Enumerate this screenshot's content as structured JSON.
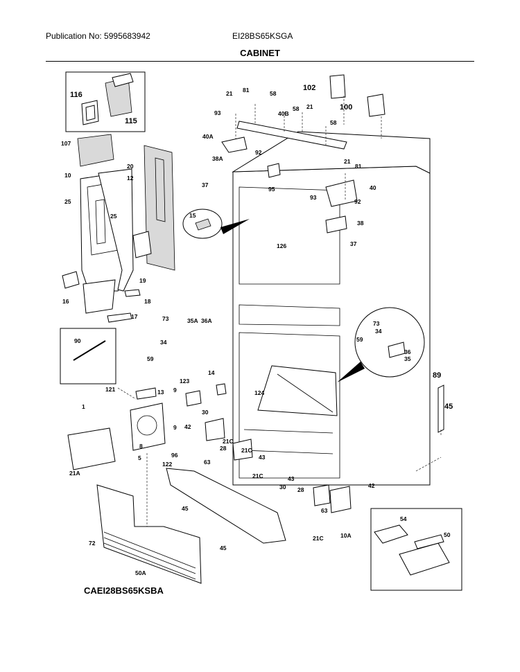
{
  "header": {
    "publication": "Publication No: 5995683942",
    "model": "EI28BS65KSGA"
  },
  "title": "CABINET",
  "footer": "CAEI28BS65KSBA",
  "callouts": [
    "116",
    "115",
    "107",
    "20",
    "10",
    "12",
    "25",
    "25",
    "19",
    "16",
    "18",
    "17",
    "90",
    "21",
    "81",
    "58",
    "93",
    "40B",
    "58",
    "21",
    "102",
    "100",
    "58",
    "40A",
    "92",
    "38A",
    "95",
    "37",
    "21",
    "81",
    "40",
    "93",
    "92",
    "15",
    "38",
    "126",
    "37",
    "73",
    "35A",
    "36A",
    "34",
    "59",
    "73",
    "34",
    "59",
    "36",
    "35",
    "89",
    "45",
    "14",
    "121",
    "123",
    "13",
    "9",
    "124",
    "1",
    "8",
    "9",
    "30",
    "42",
    "21C",
    "28",
    "5",
    "63",
    "43",
    "96",
    "122",
    "21A",
    "21C",
    "21C",
    "43",
    "42",
    "30",
    "28",
    "63",
    "21C",
    "10A",
    "45",
    "72",
    "45",
    "50A",
    "54",
    "50"
  ]
}
